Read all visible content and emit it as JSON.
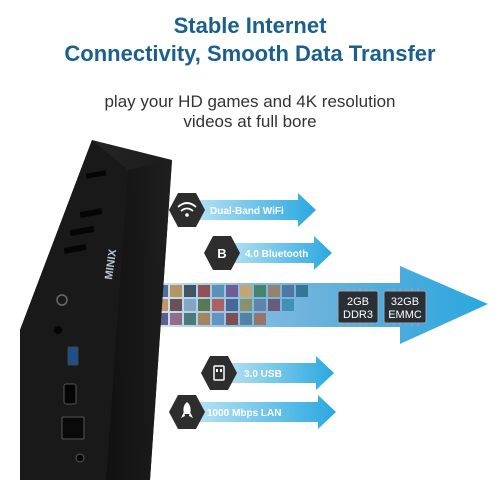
{
  "headline": {
    "line1": "Stable Internet",
    "line2": "Connectivity, Smooth Data Transfer"
  },
  "subline": {
    "line1": "play your HD games and 4K resolution",
    "line2": "videos at full bore"
  },
  "features": [
    {
      "icon": "wifi-icon",
      "label": "Dual-Band WiFi"
    },
    {
      "icon": "bluetooth-icon",
      "label": "4.0 Bluetooth"
    },
    {
      "icon": "usb-icon",
      "label": "3.0 USB"
    },
    {
      "icon": "rocket-icon",
      "label": "1000 Mbps LAN"
    }
  ],
  "chips": [
    {
      "line1": "2GB",
      "line2": "DDR3"
    },
    {
      "line1": "32GB",
      "line2": "EMMC"
    }
  ],
  "device": {
    "brand": "MINIX"
  },
  "colors": {
    "headline": "#1a5f8e",
    "arrow_blue": "#2aa8e0",
    "badge_dark": "#2d2d2d",
    "device_black": "#1b1b1b"
  }
}
